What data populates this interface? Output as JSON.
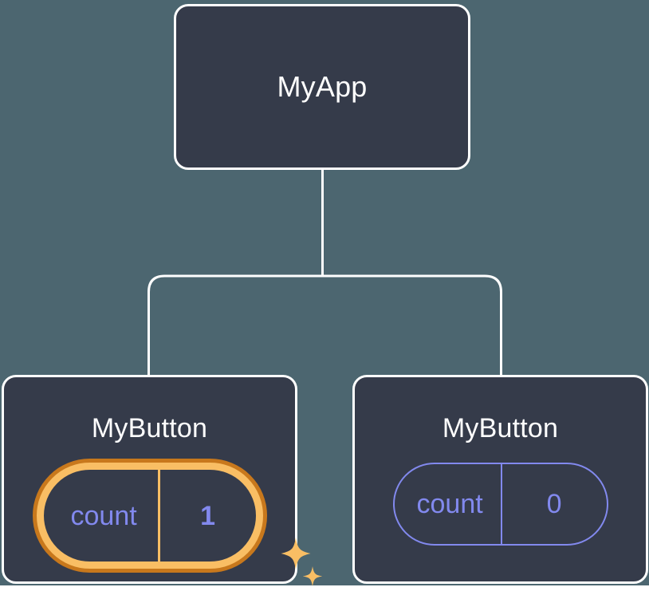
{
  "diagram": {
    "type": "component-tree",
    "title": "MyApp component tree with MyButton children",
    "background_color": "#4c6670",
    "node_fill_color": "#353b4a",
    "node_border_color": "#ffffff",
    "connector_color": "#ffffff",
    "accent_highlight_color": "#f9be64",
    "accent_highlight_outer_color": "#c8781c",
    "state_text_color": "#8289ee",
    "title_text_color": "#ffffff"
  },
  "root": {
    "label": "MyApp"
  },
  "children": [
    {
      "label": "MyButton",
      "highlighted": true,
      "state": {
        "key": "count",
        "value": "1"
      },
      "sparkle_icons": [
        {
          "name": "sparkle-large-icon",
          "color": "#f9be64"
        },
        {
          "name": "sparkle-small-icon",
          "color": "#f9be64"
        }
      ]
    },
    {
      "label": "MyButton",
      "highlighted": false,
      "state": {
        "key": "count",
        "value": "0"
      },
      "sparkle_icons": []
    }
  ]
}
